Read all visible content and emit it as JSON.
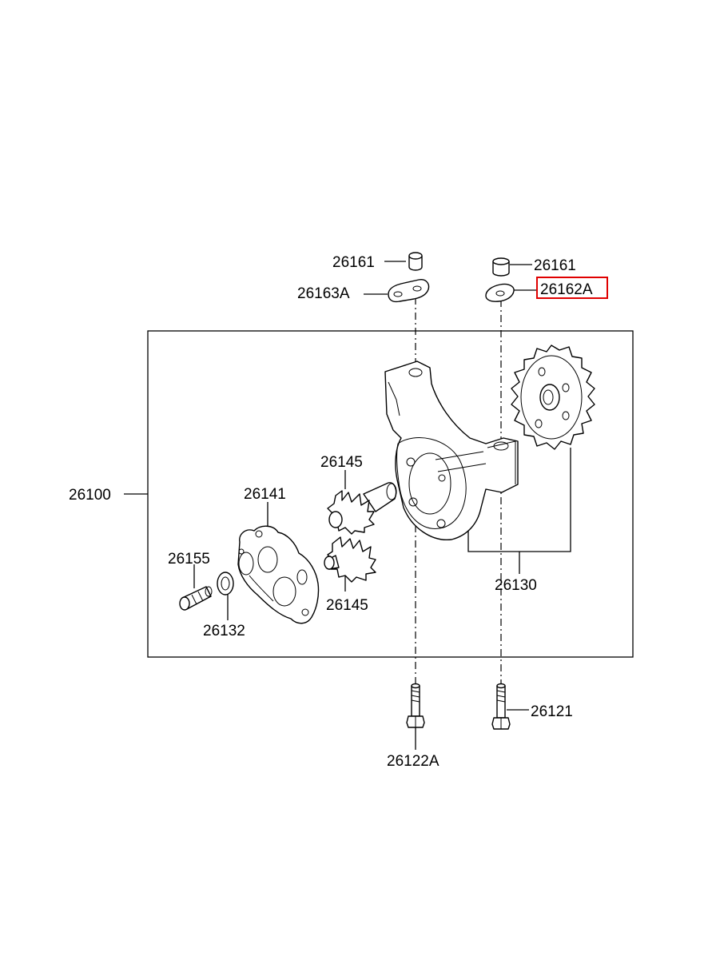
{
  "parts": {
    "p26161_left": "26161",
    "p26163A": "26163A",
    "p26161_right": "26161",
    "p26162A": "26162A",
    "p26100": "26100",
    "p26141": "26141",
    "p26145_top": "26145",
    "p26145_bottom": "26145",
    "p26155": "26155",
    "p26132": "26132",
    "p26130": "26130",
    "p26121": "26121",
    "p26122A": "26122A"
  },
  "highlight": {
    "part": "26162A",
    "color": "#e00000"
  }
}
